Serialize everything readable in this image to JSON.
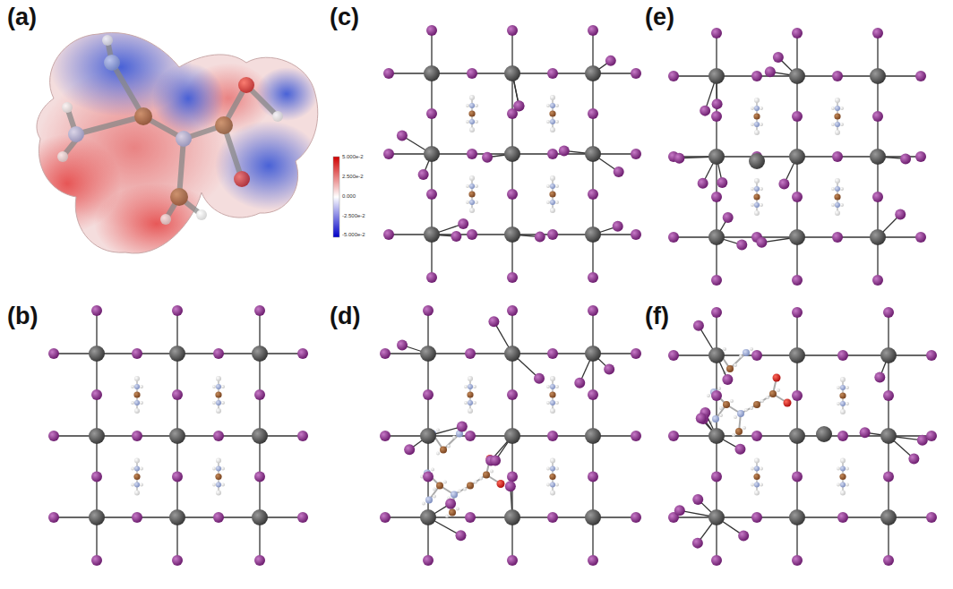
{
  "diagram": {
    "labels": [
      "(a)",
      "(b)",
      "(c)",
      "(d)",
      "(e)",
      "(f)",
      "5.000e-2",
      "2.500e-2",
      "0.000",
      "-2.500e-2",
      "-5.000e-2"
    ]
  }
}
